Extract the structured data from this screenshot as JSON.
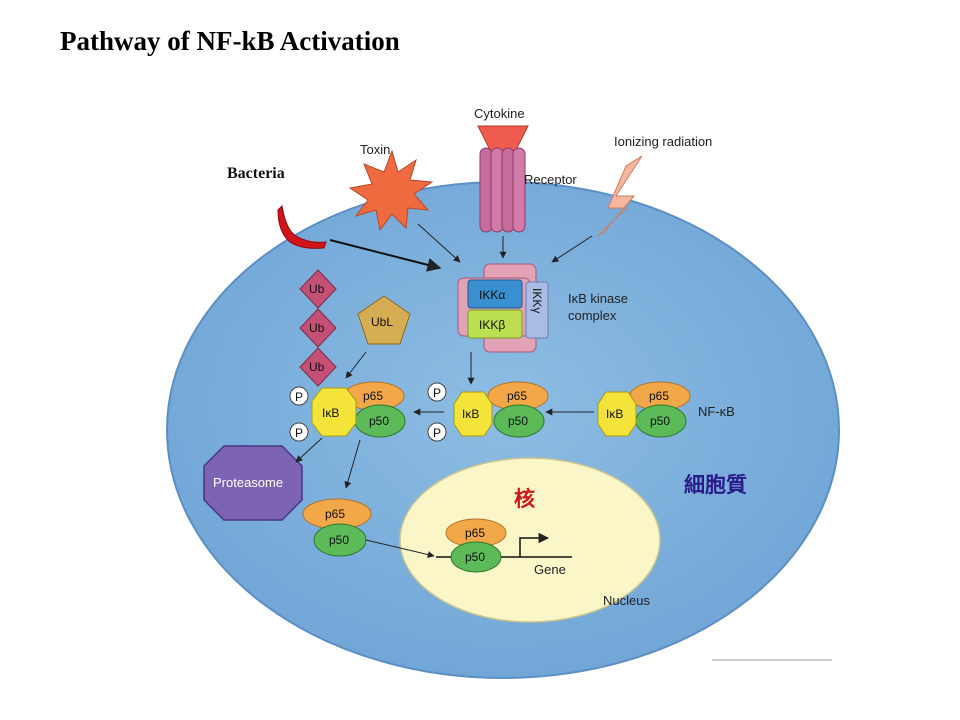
{
  "title": "Pathway of NF-kB Activation",
  "labels": {
    "cytokine": "Cytokine",
    "toxin": "Toxin",
    "ionizing_radiation": "Ionizing radiation",
    "receptor": "Receptor",
    "bacteria": "Bacteria",
    "ikb_kinase_line1": "IκB kinase",
    "ikb_kinase_line2": "complex",
    "nfkb": "NF-κB",
    "nucleus": "Nucleus",
    "gene": "Gene",
    "cytoplasm_cjk": "細胞質",
    "nucleus_cjk": "核",
    "proteasome": "Proteasome",
    "ubl": "UbL"
  },
  "molecules": {
    "ub": "Ub",
    "ikk_alpha": "IKKα",
    "ikk_beta": "IKKβ",
    "ikk_gamma": "IKKγ",
    "ikb": "IκB",
    "p65": "p65",
    "p50": "p50",
    "p": "P"
  },
  "colors": {
    "cell": "#7fb1dc",
    "nucleus": "#fbf6c8",
    "ikb": "#f4e43a",
    "p65": "#f2a848",
    "p50": "#5cba58",
    "ub": "#c55076",
    "ubl": "#d6ad52",
    "proteasome": "#7d63b3",
    "ikk_alpha": "#3a8fd0",
    "ikk_beta": "#bde052",
    "ikk_gamma": "#a9bde4",
    "ikk_frame": "#e3a3b7",
    "receptor": "#c76c9c",
    "cytokine": "#ef5c4d",
    "toxin": "#ef6a3e",
    "radiation": "#f7b69e",
    "bacteria": "#d2141a",
    "cjk_text_nucleus": "#d01818",
    "cjk_text_cytoplasm": "#2a1c8a"
  }
}
